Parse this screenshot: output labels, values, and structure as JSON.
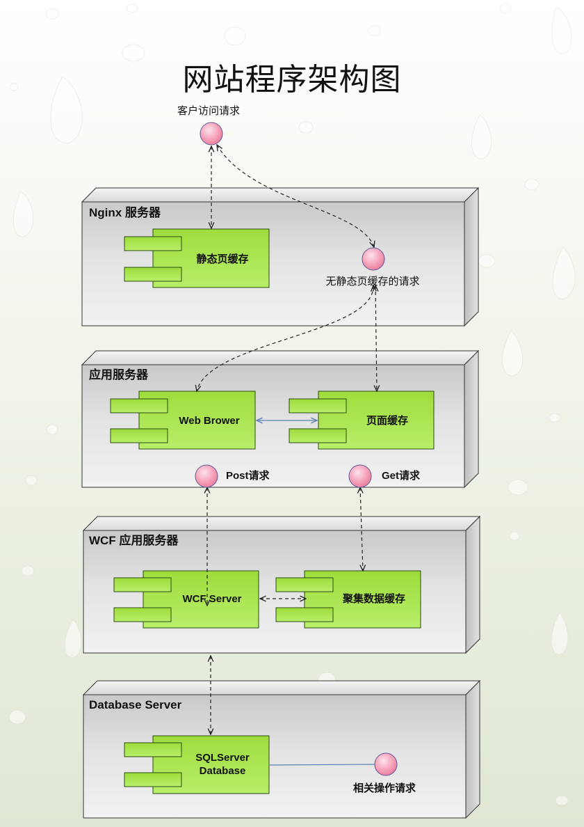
{
  "title": "网站程序架构图",
  "colors": {
    "component_fill": "#a6e44e",
    "component_stroke": "#2a4a10",
    "node_front": "#d9d9d9",
    "node_side": "#b8b8b8",
    "interface_fill": "#f6a0b8",
    "connector": "#222222",
    "solid_link": "#5a7fb0"
  },
  "interfaces": {
    "client": "客户访问请求",
    "no_static": "无静态页缓存的请求",
    "post": "Post请求",
    "get": "Get请求",
    "related": "相关操作请求"
  },
  "nodes": {
    "nginx": {
      "label": "Nginx  服务器",
      "components": {
        "static_cache": "静态页缓存"
      }
    },
    "app": {
      "label": "应用服务器",
      "components": {
        "web_brower": "Web Brower",
        "page_cache": "页面缓存"
      }
    },
    "wcf": {
      "label": "WCF  应用服务器",
      "components": {
        "wcf_server": "WCF Server",
        "aggregate_cache": "聚集数据缓存"
      }
    },
    "db": {
      "label": "Database Server",
      "components": {
        "sqlserver_line1": "SQLServer",
        "sqlserver_line2": "Database"
      }
    }
  }
}
